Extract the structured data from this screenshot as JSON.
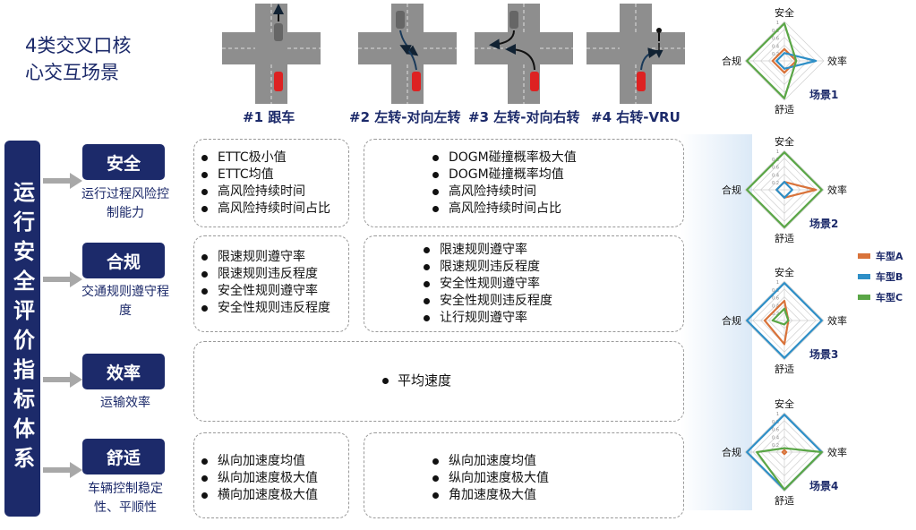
{
  "title_lines": [
    "4类交叉口核",
    "心交互场景"
  ],
  "scenarios": [
    "#1 跟车",
    "#2 左转-对向左转",
    "#3 左转-对向右转",
    "#4 右转-VRU"
  ],
  "system_label": "运行安全评价指标体系",
  "categories": [
    {
      "name": "安全",
      "desc": "运行过程风险控制能力"
    },
    {
      "name": "合规",
      "desc": "交通规则遵守程度"
    },
    {
      "name": "效率",
      "desc": "运输效率"
    },
    {
      "name": "舒适",
      "desc": "车辆控制稳定性、平顺性"
    }
  ],
  "metrics": {
    "safety_left": [
      "ETTC极小值",
      "ETTC均值",
      "高风险持续时间",
      "高风险持续时间占比"
    ],
    "safety_right": [
      "DOGM碰撞概率极大值",
      "DOGM碰撞概率均值",
      "高风险持续时间",
      "高风险持续时间占比"
    ],
    "comply_left": [
      "限速规则遵守率",
      "限速规则违反程度",
      "安全性规则遵守率",
      "安全性规则违反程度"
    ],
    "comply_right": [
      "限速规则遵守率",
      "限速规则违反程度",
      "安全性规则遵守率",
      "安全性规则违反程度",
      "让行规则遵守率"
    ],
    "efficiency": "平均速度",
    "comfort_left": [
      "纵向加速度均值",
      "纵向加速度极大值",
      "横向加速度极大值"
    ],
    "comfort_right": [
      "纵向加速度均值",
      "纵向加速度极大值",
      "角加速度极大值"
    ]
  },
  "radar_axes": [
    "安全",
    "效率",
    "舒适",
    "合规"
  ],
  "radar_ticks": [
    "0.2",
    "0.4",
    "0.6",
    "0.8",
    "1"
  ],
  "legend": [
    {
      "name": "车型A",
      "color": "#d9733a"
    },
    {
      "name": "车型B",
      "color": "#2e8fc7"
    },
    {
      "name": "车型C",
      "color": "#5aa646"
    }
  ],
  "chart_data": [
    {
      "type": "radar",
      "title": "场景1",
      "axes": [
        "安全",
        "效率",
        "舒适",
        "合规"
      ],
      "series": [
        {
          "name": "车型A",
          "values": [
            0.3,
            0.3,
            0.3,
            0.3
          ]
        },
        {
          "name": "车型B",
          "values": [
            0.2,
            0.8,
            0.2,
            0.2
          ]
        },
        {
          "name": "车型C",
          "values": [
            0.95,
            0.3,
            0.95,
            0.95
          ]
        }
      ]
    },
    {
      "type": "radar",
      "title": "场景2",
      "axes": [
        "安全",
        "效率",
        "舒适",
        "合规"
      ],
      "series": [
        {
          "name": "车型A",
          "values": [
            0.2,
            0.8,
            0.2,
            0.2
          ]
        },
        {
          "name": "车型B",
          "values": [
            0.2,
            0.2,
            0.2,
            0.2
          ]
        },
        {
          "name": "车型C",
          "values": [
            0.95,
            0.95,
            0.95,
            0.95
          ]
        }
      ]
    },
    {
      "type": "radar",
      "title": "场景3",
      "axes": [
        "安全",
        "效率",
        "舒适",
        "合规"
      ],
      "series": [
        {
          "name": "车型A",
          "values": [
            0.5,
            0.1,
            0.6,
            0.5
          ]
        },
        {
          "name": "车型B",
          "values": [
            0.95,
            0.95,
            0.95,
            0.95
          ]
        },
        {
          "name": "车型C",
          "values": [
            0.3,
            0.1,
            0.1,
            0.3
          ]
        }
      ]
    },
    {
      "type": "radar",
      "title": "场景4",
      "axes": [
        "安全",
        "效率",
        "舒适",
        "合规"
      ],
      "series": [
        {
          "name": "车型A",
          "values": [
            0.05,
            0.05,
            0.05,
            0.05
          ]
        },
        {
          "name": "车型B",
          "values": [
            0.95,
            0.95,
            0.95,
            0.95
          ]
        },
        {
          "name": "车型C",
          "values": [
            0.1,
            0.95,
            0.95,
            0.7
          ]
        }
      ]
    }
  ]
}
